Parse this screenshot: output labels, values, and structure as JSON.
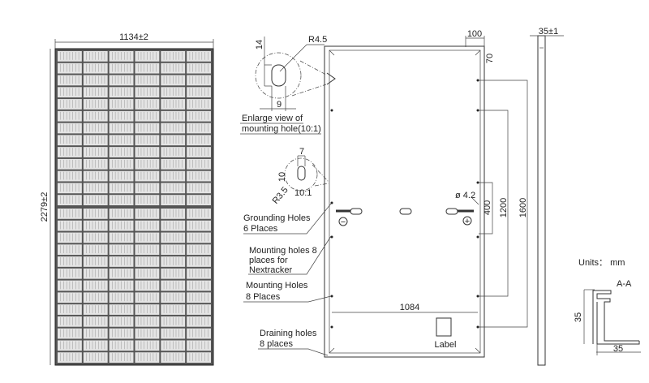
{
  "front_view": {
    "width_dim": "1134±2",
    "height_dim": "2279±2",
    "columns": 6,
    "rows": 26
  },
  "detail_mounting": {
    "height_dim": "14",
    "radius_dim": "R4.5",
    "width_dim": "9",
    "caption_line1": "Enlarge view of",
    "caption_line2": "mounting hole(10:1)"
  },
  "detail_grounding": {
    "width_dim": "7",
    "height_dim": "10",
    "radius_dim": "R3.5",
    "scale": "10:1"
  },
  "back_view": {
    "corner_dim_top": "100",
    "corner_dim_side": "70",
    "hole_dia": "ø 4.2",
    "dim_400": "400",
    "dim_1200": "1200",
    "dim_1600": "1600",
    "dim_1084": "1084",
    "label_box": "Label",
    "minus_sign": "−",
    "plus_sign": "+"
  },
  "callouts": {
    "grounding_1": "Grounding Holes",
    "grounding_2": "6 Places",
    "nextracker_1": "Mounting holes 8",
    "nextracker_2": "places for",
    "nextracker_3": "Nextracker",
    "mounting_1": "Mounting Holes",
    "mounting_2": "8 Places",
    "draining_1": "Draining holes",
    "draining_2": "8 places"
  },
  "side_view": {
    "thickness_dim": "35±1"
  },
  "section": {
    "units": "Units： mm",
    "title": "A-A",
    "height_dim": "35",
    "width_dim": "35"
  }
}
